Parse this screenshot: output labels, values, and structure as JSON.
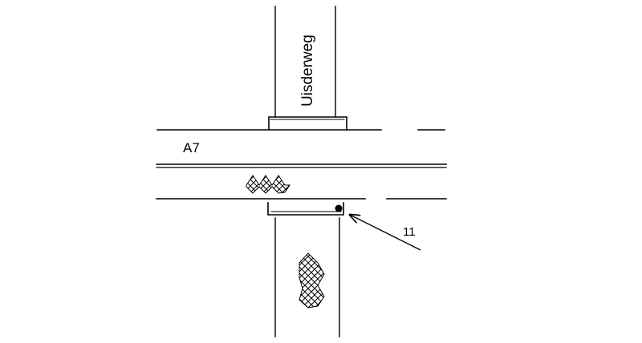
{
  "labels": {
    "street_upper": "Uisderweg",
    "road_main": "A7",
    "callout_number": "11"
  },
  "colors": {
    "ink": "#000000",
    "background": "#ffffff"
  },
  "features": {
    "crosshatch_pattern": "hatched-area",
    "marker_dot": "filled-circle",
    "callout_arrow": "arrow"
  }
}
